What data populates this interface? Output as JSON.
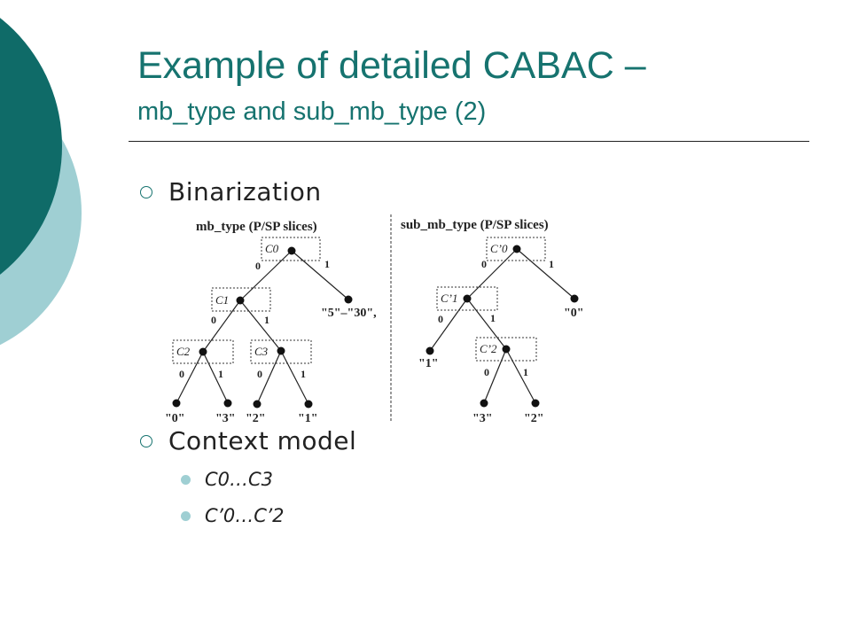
{
  "slide": {
    "title": "Example of detailed CABAC –",
    "subtitle": "mb_type and sub_mb_type (2)"
  },
  "bullets": [
    {
      "label": "Binarization"
    },
    {
      "label": "Context model",
      "sub_items": [
        "C0…C3",
        "C’0…C’2"
      ]
    }
  ],
  "diagram": {
    "left_title": "mb_type (P/SP slices)",
    "right_title": "sub_mb_type (P/SP slices)",
    "left_tree": {
      "contexts": [
        "C0",
        "C1",
        "C2",
        "C3"
      ],
      "edges": {
        "c0_left": "0",
        "c0_right": "1",
        "c1_left": "0",
        "c1_right": "1",
        "c2_left": "0",
        "c2_right": "1",
        "c3_left": "0",
        "c3_right": "1"
      },
      "leaves": {
        "c0_right": "\"5\"–\"30\",",
        "c2_left": "\"0\"",
        "c2_right": "\"3\"",
        "c3_left": "\"2\"",
        "c3_right": "\"1\""
      }
    },
    "right_tree": {
      "contexts": [
        "C’0",
        "C’1",
        "C’2"
      ],
      "edges": {
        "c0_left": "0",
        "c0_right": "1",
        "c1_left": "0",
        "c1_right": "1",
        "c2_left": "0",
        "c2_right": "1"
      },
      "leaves": {
        "c0_right": "\"0\"",
        "c1_left": "\"1\"",
        "c2_left": "\"3\"",
        "c2_right": "\"2\""
      }
    }
  },
  "colors": {
    "accent_dark": "#0f6b68",
    "accent_light": "#9fcfd3",
    "title": "#16736f"
  }
}
